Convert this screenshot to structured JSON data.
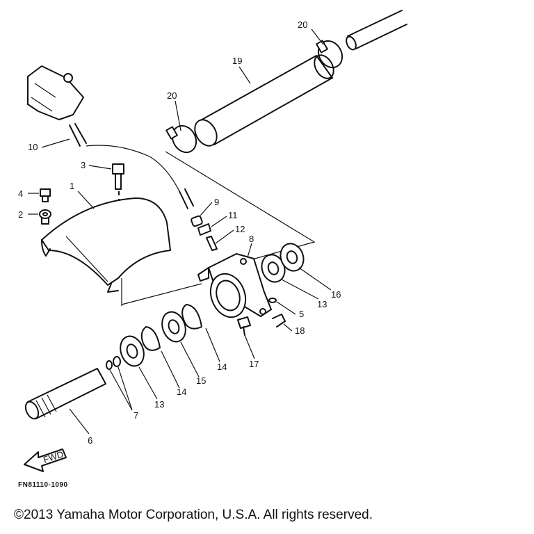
{
  "diagram": {
    "figure_code": "FN81110-1090",
    "fwd_label": "FWD",
    "copyright": "©2013 Yamaha Motor Corporation, U.S.A. All rights reserved.",
    "callouts": [
      "1",
      "2",
      "3",
      "4",
      "5",
      "6",
      "7",
      "8",
      "9",
      "10",
      "11",
      "12",
      "13",
      "13",
      "14",
      "14",
      "15",
      "16",
      "17",
      "18",
      "19",
      "20",
      "20"
    ]
  }
}
